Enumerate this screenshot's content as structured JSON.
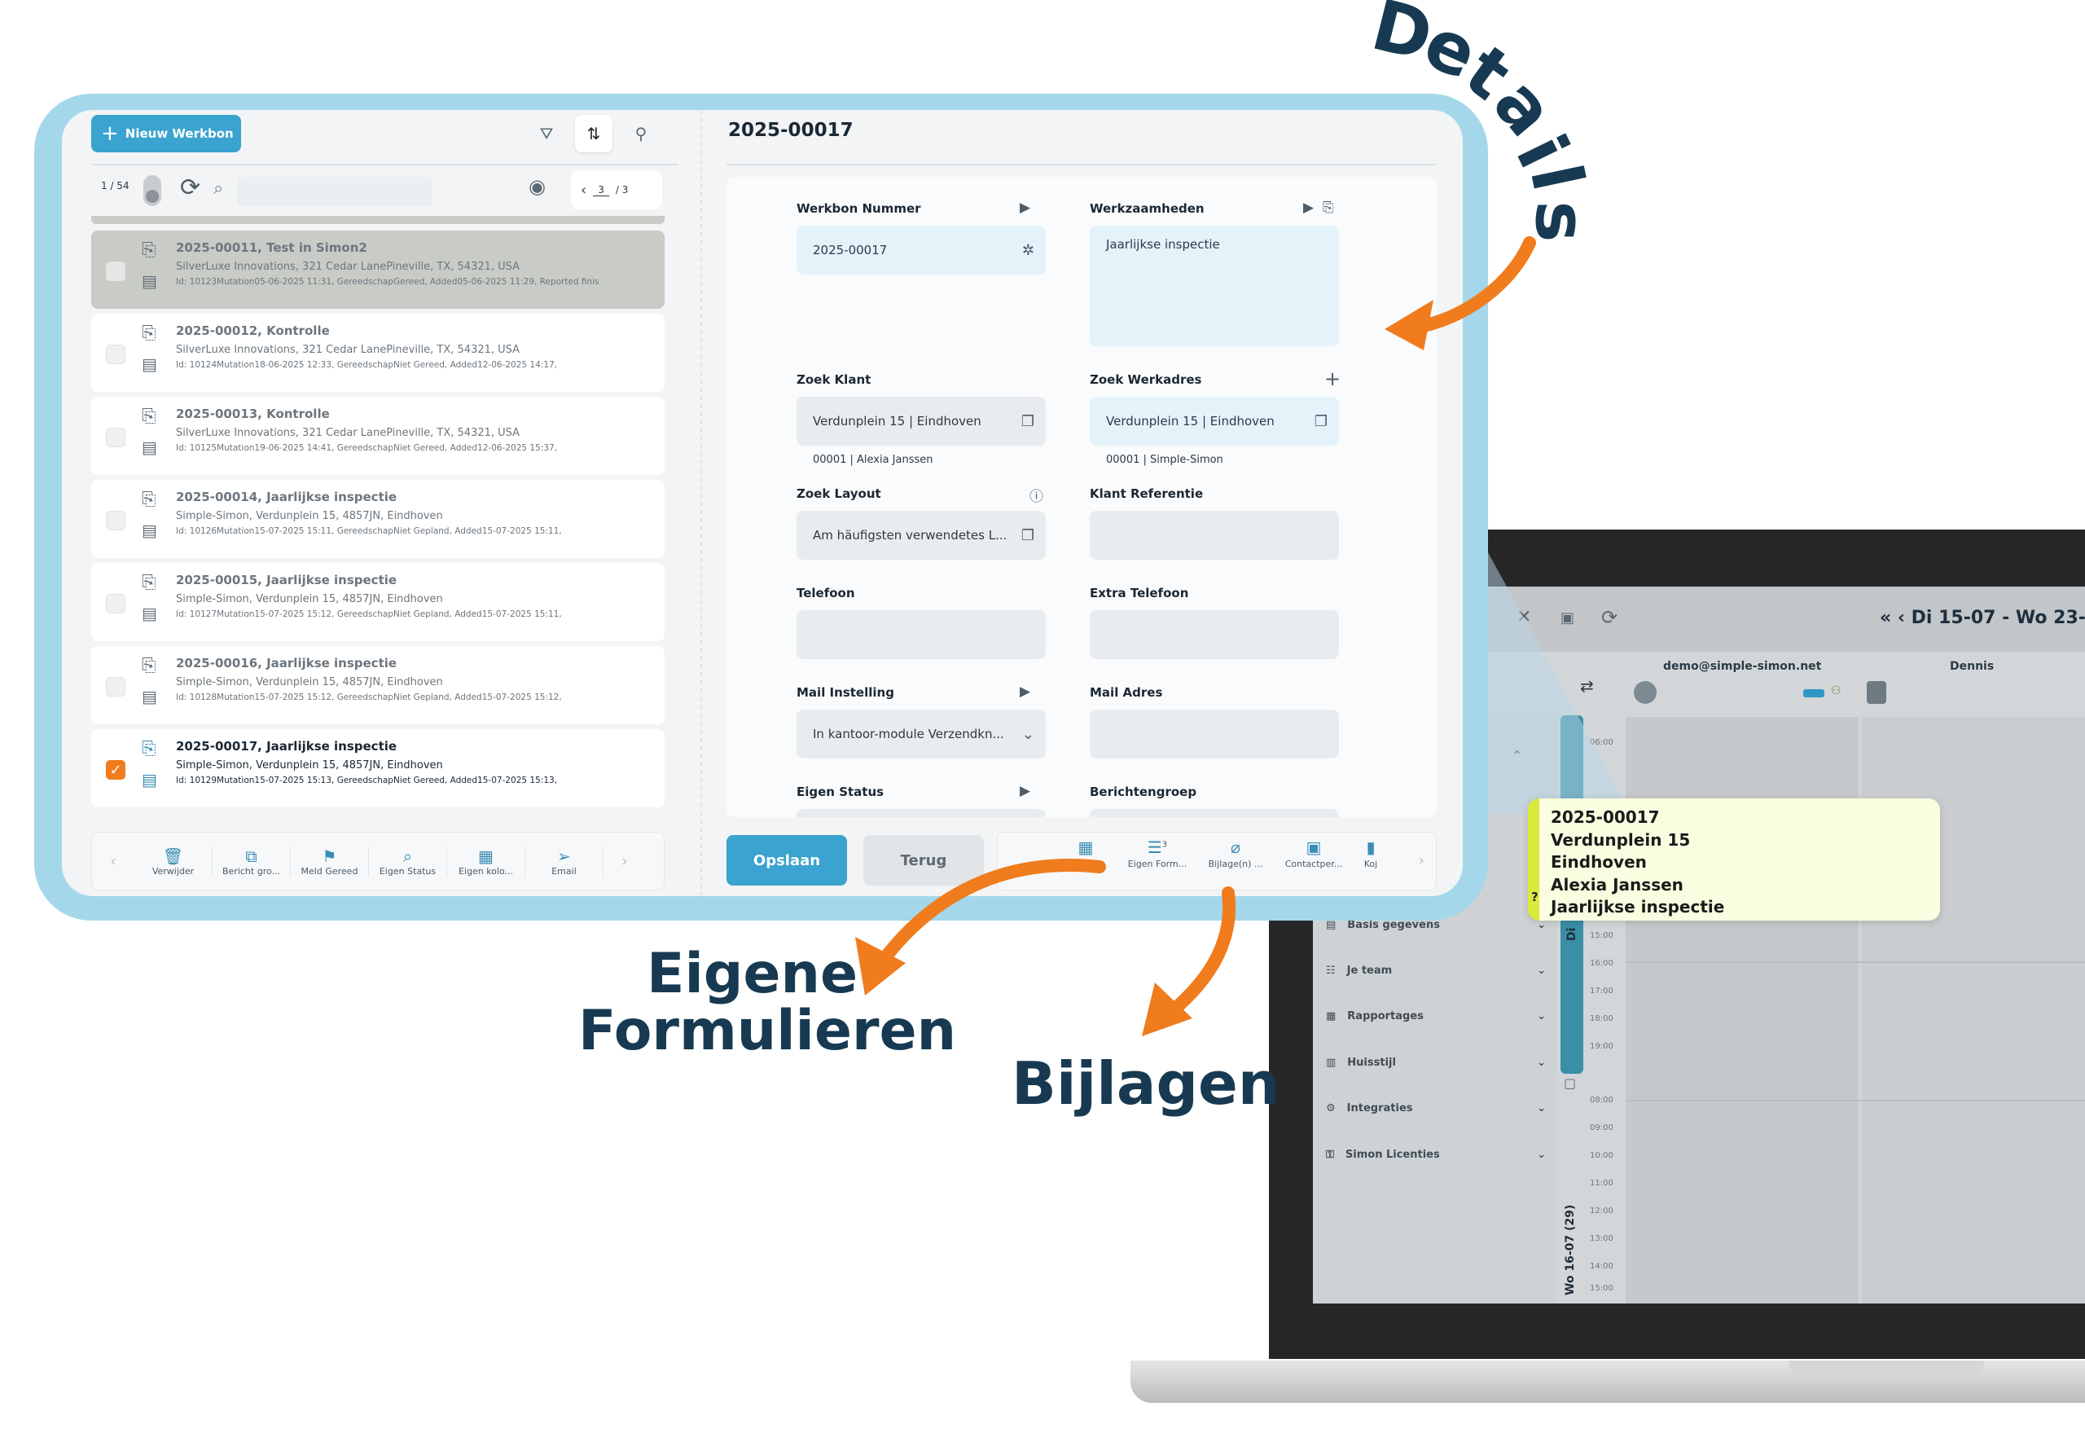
{
  "annotations": {
    "details": "Details",
    "eigene_line1": "Eigene",
    "eigene_line2": "Formulieren",
    "bijlagen": "Bijlagen"
  },
  "colors": {
    "accent": "#3aa3cf",
    "orange": "#f07c1e",
    "frame": "#a4d7ea",
    "ink": "#173a52"
  },
  "list_header": {
    "new_button": "Nieuw Werkbon",
    "counter": "1 / 54",
    "search_placeholder": "",
    "page_current": "3",
    "page_total": "/ 3"
  },
  "workorders": [
    {
      "title": "2025-00011, Test in Simon2",
      "address": "SilverLuxe Innovations, 321 Cedar LanePineville, TX, 54321, USA",
      "meta": "Id: 10123Mutation05-06-2025 11:31, GereedschapGereed, Added05-06-2025 11:29, Reported finis",
      "checked": false
    },
    {
      "title": "2025-00012, Kontrolle",
      "address": "SilverLuxe Innovations, 321 Cedar LanePineville, TX, 54321, USA",
      "meta": "Id: 10124Mutation18-06-2025 12:33, GereedschapNiet Gereed, Added12-06-2025 14:17,",
      "checked": false
    },
    {
      "title": "2025-00013, Kontrolle",
      "address": "SilverLuxe Innovations, 321 Cedar LanePineville, TX, 54321, USA",
      "meta": "Id: 10125Mutation19-06-2025 14:41, GereedschapNiet Gereed, Added12-06-2025 15:37,",
      "checked": false
    },
    {
      "title": "2025-00014, Jaarlijkse inspectie",
      "address": "Simple-Simon, Verdunplein 15, 4857JN, Eindhoven",
      "meta": "Id: 10126Mutation15-07-2025 15:11, GereedschapNiet Gepland, Added15-07-2025 15:11,",
      "checked": false
    },
    {
      "title": "2025-00015, Jaarlijkse inspectie",
      "address": "Simple-Simon, Verdunplein 15, 4857JN, Eindhoven",
      "meta": "Id: 10127Mutation15-07-2025 15:12, GereedschapNiet Gepland, Added15-07-2025 15:11,",
      "checked": false
    },
    {
      "title": "2025-00016, Jaarlijkse inspectie",
      "address": "Simple-Simon, Verdunplein 15, 4857JN, Eindhoven",
      "meta": "Id: 10128Mutation15-07-2025 15:12, GereedschapNiet Gepland, Added15-07-2025 15:12,",
      "checked": false
    },
    {
      "title": "2025-00017, Jaarlijkse inspectie",
      "address": "Simple-Simon, Verdunplein 15, 4857JN, Eindhoven",
      "meta": "Id: 10129Mutation15-07-2025 15:13, GereedschapNiet Gereed, Added15-07-2025 15:13,",
      "checked": true
    }
  ],
  "left_toolbar": [
    "Verwijder",
    "Bericht gro...",
    "Meld Gereed",
    "Eigen Status",
    "Eigen kolo...",
    "Email"
  ],
  "detail": {
    "title": "2025-00017",
    "werkbon_nummer_label": "Werkbon Nummer",
    "werkbon_nummer_value": "2025-00017",
    "werkzaamheden_label": "Werkzaamheden",
    "werkzaamheden_value": "Jaarlijkse inspectie",
    "zoek_klant_label": "Zoek Klant",
    "zoek_klant_value": "Verdunplein 15 | Eindhoven",
    "zoek_klant_sub": "00001 | Alexia Janssen",
    "zoek_werkadres_label": "Zoek Werkadres",
    "zoek_werkadres_value": "Verdunplein 15 | Eindhoven",
    "zoek_werkadres_sub": "00001 | Simple-Simon",
    "zoek_layout_label": "Zoek Layout",
    "zoek_layout_value": "Am häufigsten verwendetes L...",
    "klant_referentie_label": "Klant Referentie",
    "telefoon_label": "Telefoon",
    "extra_telefoon_label": "Extra Telefoon",
    "mail_instelling_label": "Mail Instelling",
    "mail_instelling_value": "In kantoor-module Verzendkn...",
    "mail_adres_label": "Mail Adres",
    "eigen_status_label": "Eigen Status",
    "berichtengroep_label": "Berichtengroep",
    "save": "Opslaan",
    "back": "Terug"
  },
  "right_toolbar": {
    "eigen_form": "Eigen Form...",
    "eigen_form_badge": "3",
    "bijlagen": "Bijlage(n) ...",
    "contact": "Contactper...",
    "more": "Koj"
  },
  "tooltip": [
    "2025-00017",
    "Verdunplein 15",
    "Eindhoven",
    "Alexia Janssen",
    "Jaarlijkse inspectie"
  ],
  "tooltip_marker": "?",
  "calendar": {
    "range": "Di 15-07 - Wo 23-",
    "user1": "demo@simple-simon.net",
    "user2": "Dennis",
    "day_label": "Wo 16-07 (29)",
    "day_label_top": "Di",
    "times": [
      "06:00",
      "15:00",
      "16:00",
      "17:00",
      "18:00",
      "19:00",
      "08:00",
      "09:00",
      "10:00",
      "11:00",
      "12:00",
      "13:00",
      "14:00",
      "15:00"
    ],
    "sidebar": [
      "Basis gegevens",
      "Je team",
      "Rapportages",
      "Huisstijl",
      "Integraties",
      "Simon Licenties"
    ]
  }
}
